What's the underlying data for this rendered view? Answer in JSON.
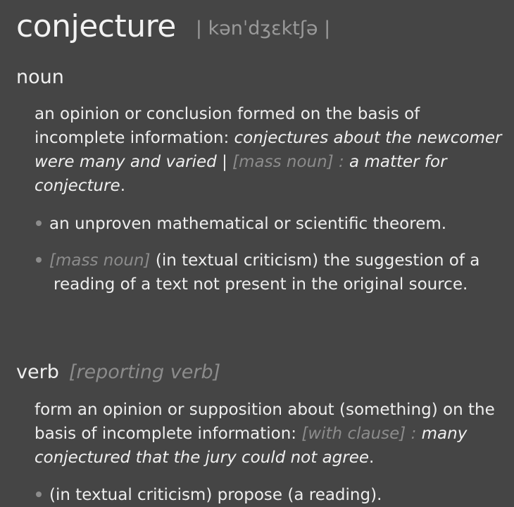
{
  "entry": {
    "headword": "conjecture",
    "pronunciation": "| kənˈdʒɛktʃə |"
  },
  "noun": {
    "pos": "noun",
    "definition": {
      "text": "an opinion or conclusion formed on the basis of incomplete information: ",
      "example1": "conjectures about the newcomer were many and varied",
      "separator": " | ",
      "label": "[mass noun] :",
      "example2": " a matter for conjecture",
      "end": "."
    },
    "senses": [
      {
        "label": "",
        "text": "an unproven mathematical or scientific theorem."
      },
      {
        "label": "[mass noun]",
        "text": " (in textual criticism) the suggestion of a reading of a text not present in the original source."
      }
    ]
  },
  "verb": {
    "pos": "verb",
    "grammar": "[reporting verb]",
    "definition": {
      "text": "form an opinion or supposition about (something) on the basis of incomplete information: ",
      "label": "[with clause] :",
      "example": " many conjectured that the jury could not agree",
      "end": "."
    },
    "senses": [
      {
        "text": "(in textual criticism) propose (a reading)."
      }
    ]
  }
}
